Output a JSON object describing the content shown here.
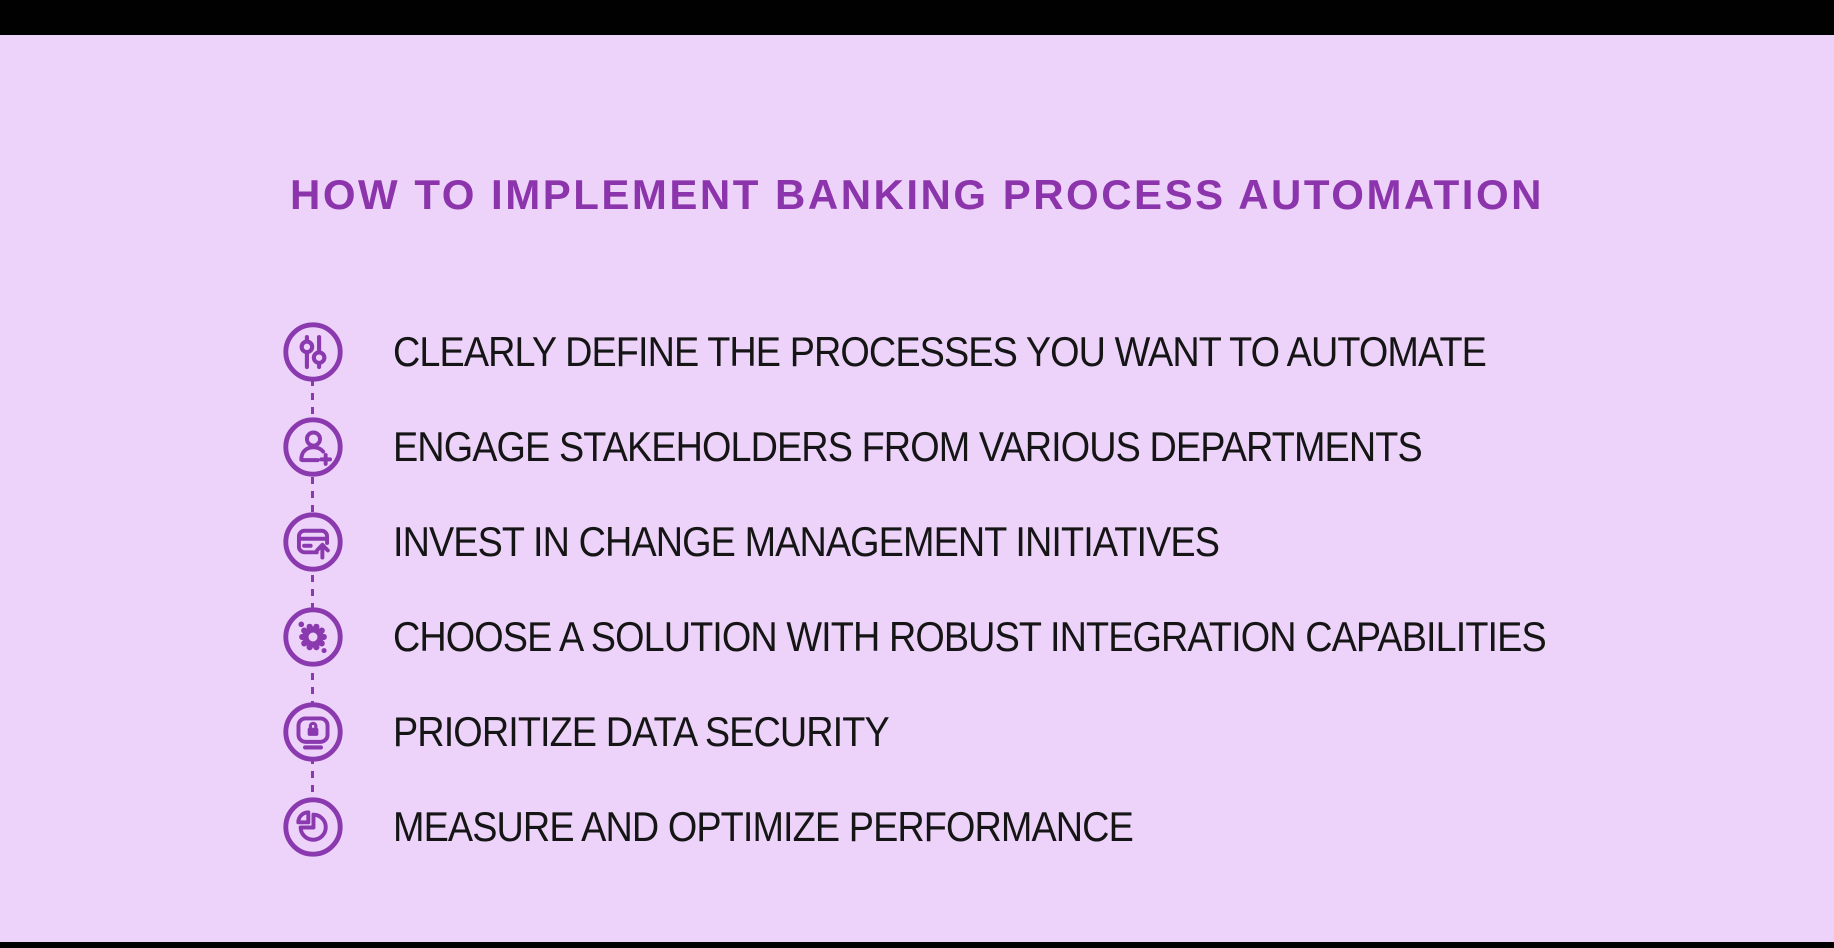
{
  "page": {
    "title": "HOW TO IMPLEMENT BANKING PROCESS AUTOMATION"
  },
  "colors": {
    "background": "#EDD3FA",
    "accent_purple": "#8A3AAE",
    "title_purple": "#8C34AC",
    "text": "#151515",
    "letterbox_bars": "#010101"
  },
  "list": {
    "items": [
      {
        "icon": "sliders-icon",
        "label": "CLEARLY DEFINE THE PROCESSES YOU WANT TO AUTOMATE"
      },
      {
        "icon": "add-user-icon",
        "label": "ENGAGE STAKEHOLDERS FROM VARIOUS DEPARTMENTS"
      },
      {
        "icon": "card-upload-icon",
        "label": "INVEST IN CHANGE MANAGEMENT INITIATIVES"
      },
      {
        "icon": "integration-gear-icon",
        "label": "CHOOSE A SOLUTION WITH ROBUST INTEGRATION CAPABILITIES"
      },
      {
        "icon": "secure-monitor-icon",
        "label": "PRIORITIZE DATA SECURITY"
      },
      {
        "icon": "pie-chart-icon",
        "label": "MEASURE AND OPTIMIZE PERFORMANCE"
      }
    ]
  }
}
